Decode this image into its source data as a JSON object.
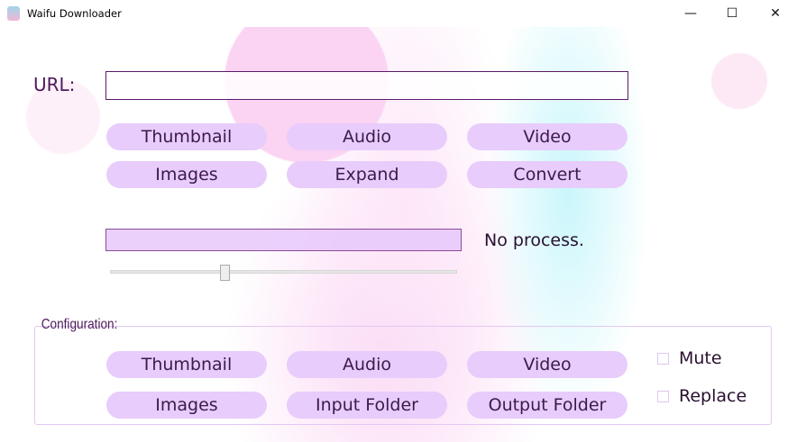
{
  "window": {
    "title": "Waifu Downloader",
    "minimize": "—",
    "maximize": "☐",
    "close": "✕"
  },
  "url": {
    "label": "URL:",
    "value": ""
  },
  "actions": [
    {
      "label": "Thumbnail"
    },
    {
      "label": "Audio"
    },
    {
      "label": "Video"
    },
    {
      "label": "Images"
    },
    {
      "label": "Expand"
    },
    {
      "label": "Convert"
    }
  ],
  "progress": {
    "status": "No process.",
    "slider_value_fraction": 0.33
  },
  "configuration": {
    "label": "Configuration:",
    "buttons": [
      {
        "label": "Thumbnail"
      },
      {
        "label": "Audio"
      },
      {
        "label": "Video"
      },
      {
        "label": "Images"
      },
      {
        "label": "Input Folder"
      },
      {
        "label": "Output Folder"
      }
    ],
    "checkboxes": [
      {
        "label": "Mute",
        "checked": false
      },
      {
        "label": "Replace",
        "checked": false
      }
    ]
  }
}
